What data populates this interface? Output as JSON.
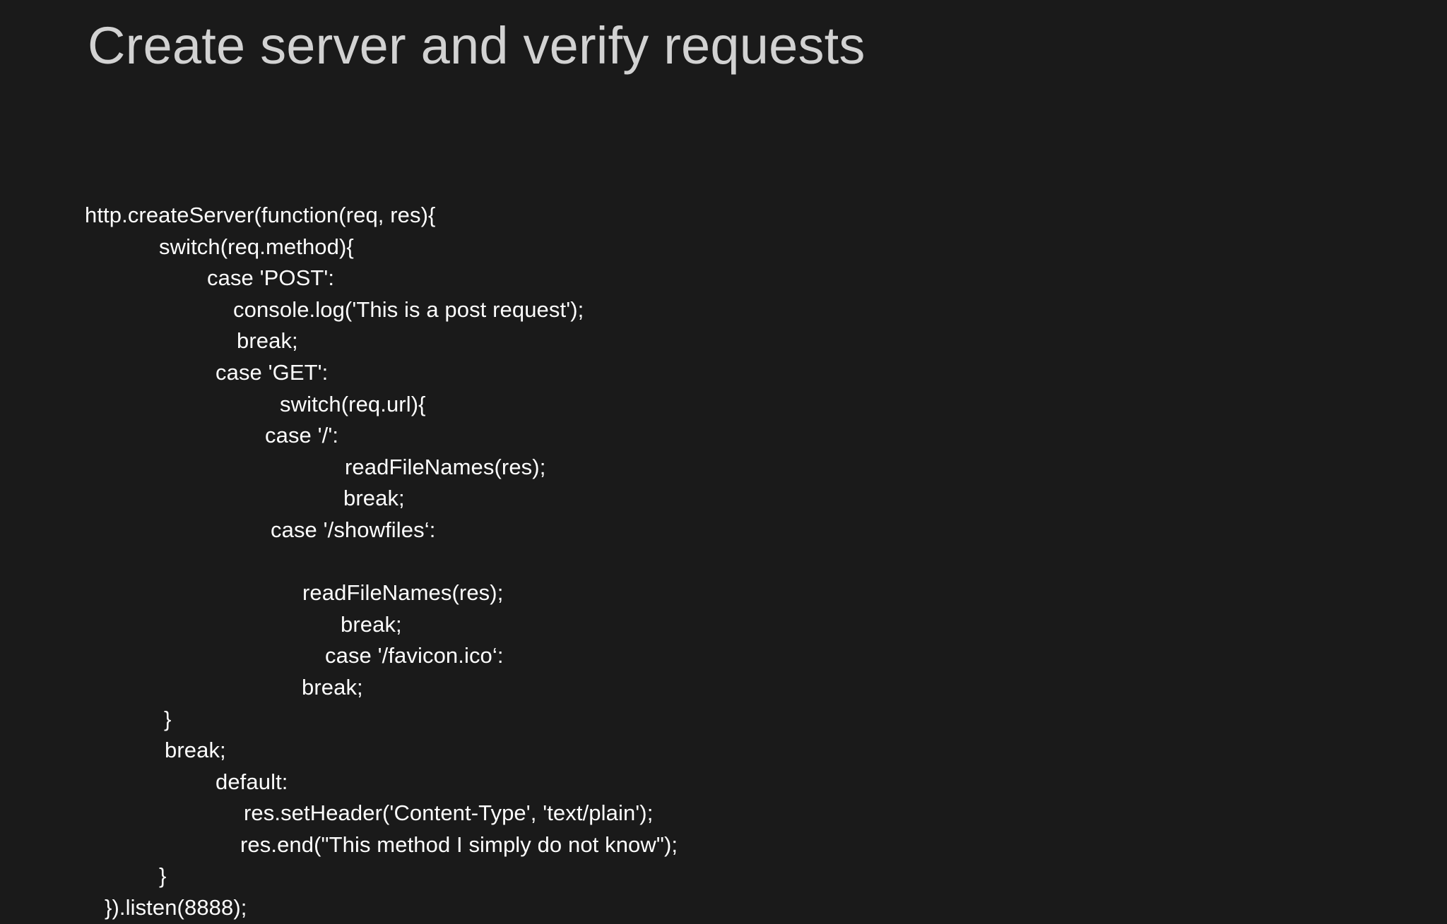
{
  "slide": {
    "title": "Create server and verify requests",
    "background_color": "#1a1a1a",
    "title_color": "#d2d2d2",
    "code_color": "#fdfdfd"
  },
  "code": {
    "language": "javascript",
    "lines": [
      {
        "indent": 0,
        "text": "http.createServer(function(req, res){"
      },
      {
        "indent": 1,
        "text": "switch(req.method){"
      },
      {
        "indent": 2,
        "text": "case 'POST':"
      },
      {
        "indent": 3,
        "text": "console.log('This is a post request');"
      },
      {
        "indent": 4,
        "text": "break;"
      },
      {
        "indent": 5,
        "text": "case 'GET':"
      },
      {
        "indent": 6,
        "text": "switch(req.url){"
      },
      {
        "indent": 7,
        "text": "case '/':"
      },
      {
        "indent": 8,
        "text": "readFileNames(res);"
      },
      {
        "indent": 9,
        "text": "break;"
      },
      {
        "indent": 10,
        "text": "case '/showfiles‘:"
      },
      {
        "indent": 11,
        "text": ""
      },
      {
        "indent": 11,
        "text": "readFileNames(res);"
      },
      {
        "indent": 12,
        "text": "break;"
      },
      {
        "indent": 13,
        "text": "case '/favicon.ico‘:"
      },
      {
        "indent": 14,
        "text": "break;"
      },
      {
        "indent": 15,
        "text": "}"
      },
      {
        "indent": 16,
        "text": "break;"
      },
      {
        "indent": 17,
        "text": "default:"
      },
      {
        "indent": 18,
        "text": "res.setHeader('Content-Type', 'text/plain');"
      },
      {
        "indent": 19,
        "text": "res.end(\"This method I simply do not know\");"
      },
      {
        "indent": 20,
        "text": "}"
      },
      {
        "indent": 21,
        "text": "}).listen(8888);"
      }
    ]
  }
}
